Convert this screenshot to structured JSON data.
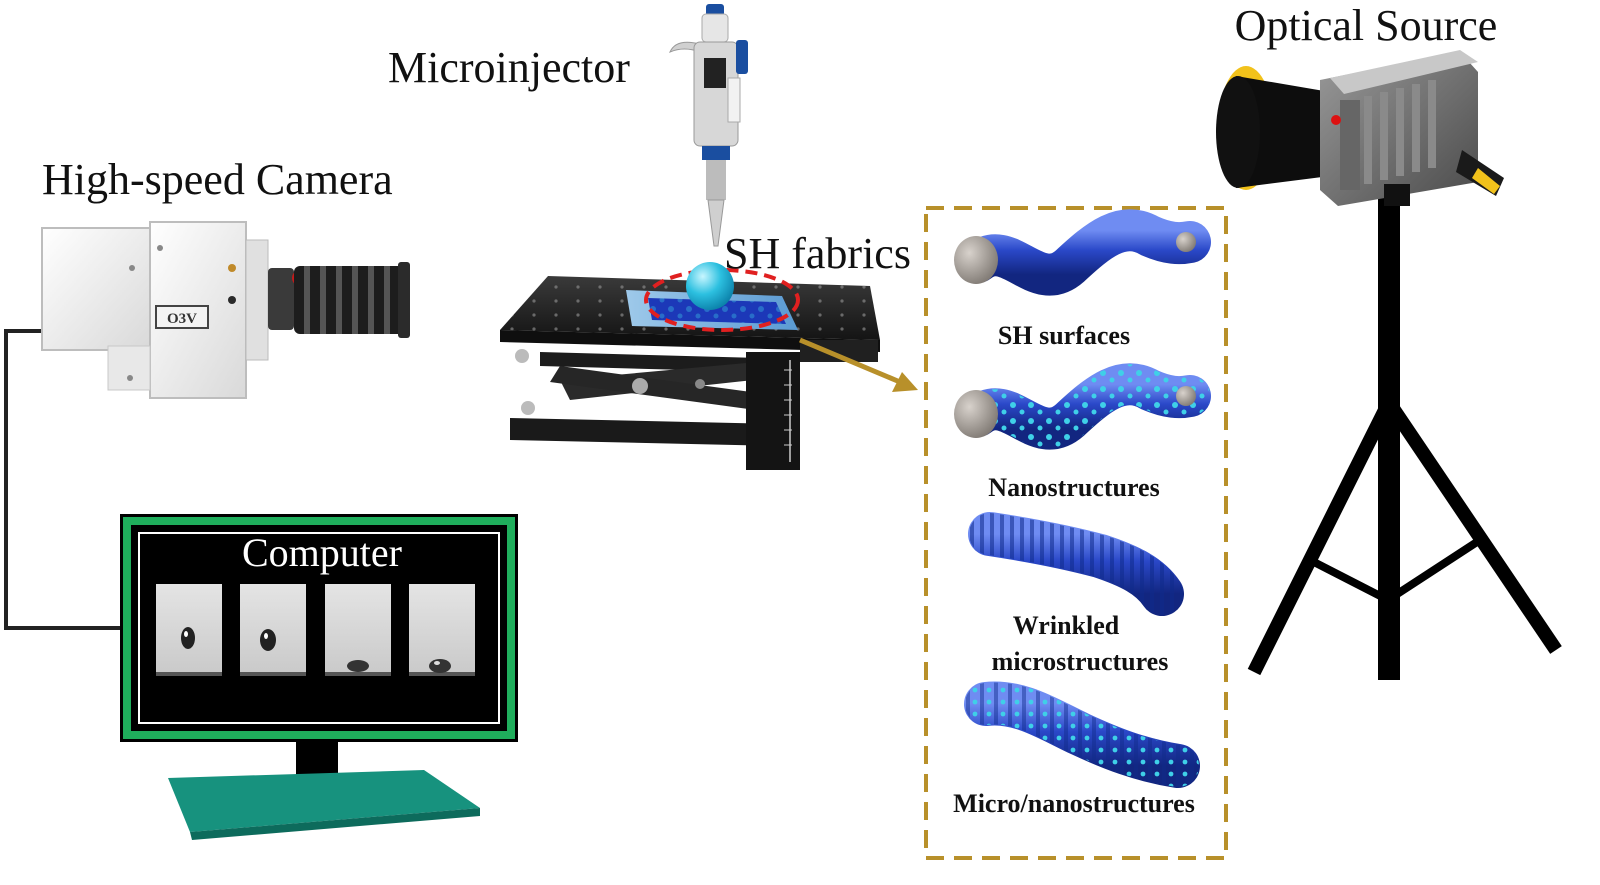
{
  "labels": {
    "microinjector": "Microinjector",
    "optical_source": "Optical Source",
    "high_speed_camera": "High-speed Camera",
    "sh_fabrics": "SH fabrics",
    "computer": "Computer"
  },
  "camera_badge": "O3V",
  "fiber_types": [
    {
      "label": "SH surfaces"
    },
    {
      "label": "Nanostructures"
    },
    {
      "label_line1": "Wrinkled",
      "label_line2": "microstructures"
    },
    {
      "label": "Micro/nanostructures"
    }
  ],
  "colors": {
    "fiber_blue": "#2a48c8",
    "droplet_cyan": "#2cc0e0",
    "dash_gold": "#b8902a",
    "monitor_green": "#1fae5c",
    "base_teal": "#17927e",
    "highlight_red": "#e02020",
    "lamp_yellow": "#f2c21b"
  }
}
